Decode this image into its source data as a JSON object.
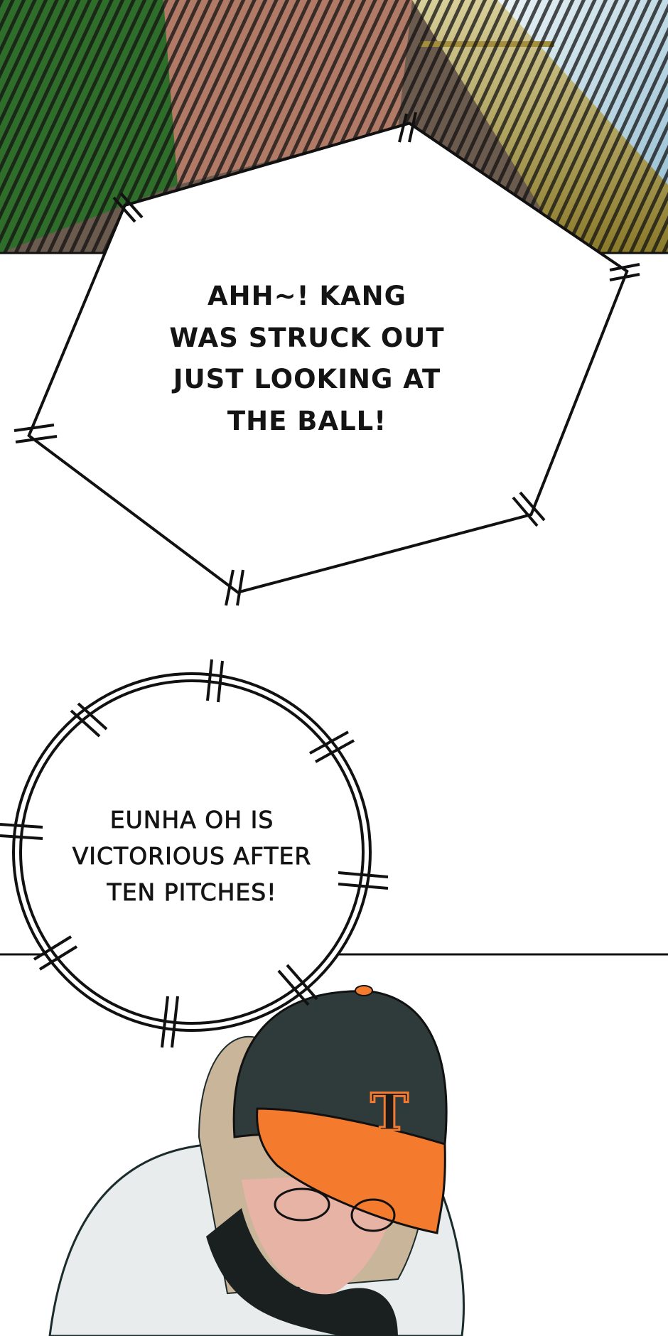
{
  "panels": [
    {
      "bubble": {
        "shape": "octagon",
        "lines": [
          "AHH~! KANG",
          "WAS STRUCK OUT",
          "JUST LOOKING AT",
          "THE BALL!"
        ]
      }
    },
    {
      "bubble": {
        "shape": "circle",
        "lines": [
          "EUNHA OH IS",
          "VICTORIOUS AFTER",
          "TEN PITCHES!"
        ]
      },
      "cap_logo": "T"
    }
  ],
  "colors": {
    "cap_orange": "#f47a2e",
    "cap_dark": "#2f3a3a",
    "stadium_green": "#2f6e2a",
    "sky": "#cfe3ee"
  }
}
